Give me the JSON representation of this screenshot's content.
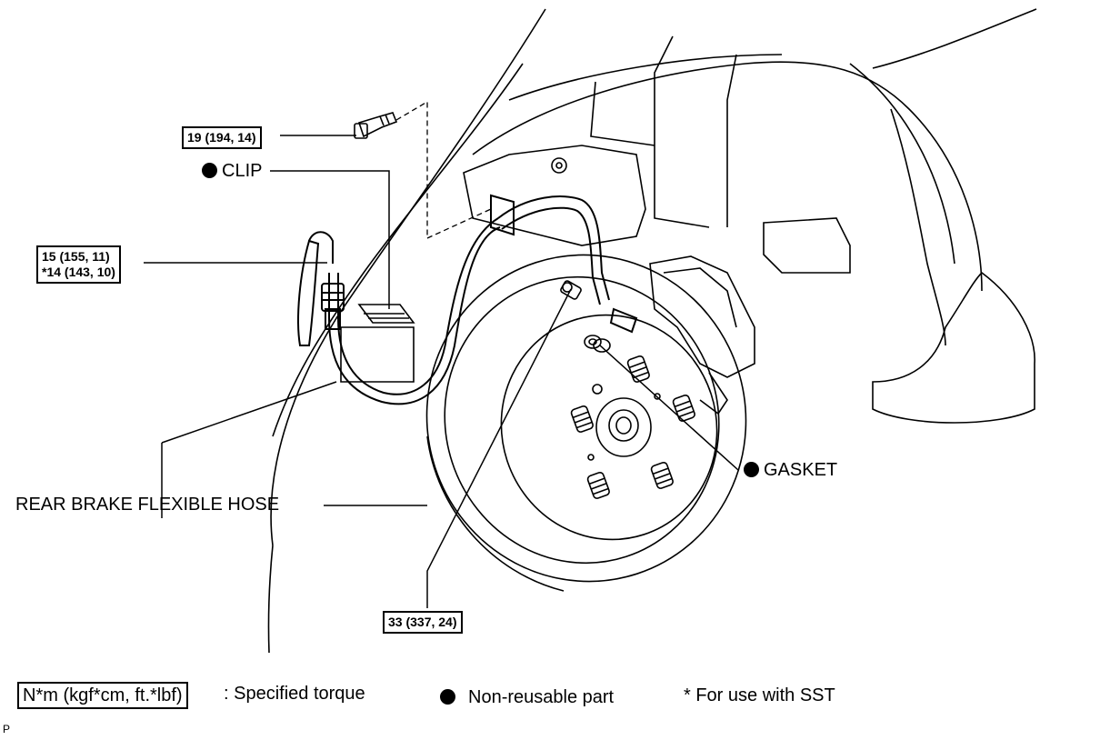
{
  "torques": {
    "bolt_upper": "19 (194, 14)",
    "union_nut_line1": "15 (155, 11)",
    "union_nut_line2": "*14 (143, 10)",
    "union_bolt": "33 (337, 24)"
  },
  "parts": {
    "clip": "CLIP",
    "gasket": "GASKET",
    "hose": "REAR BRAKE FLEXIBLE HOSE"
  },
  "legend": {
    "torque_unit": "N*m (kgf*cm, ft.*lbf)",
    "torque_desc": ": Specified torque",
    "non_reusable": "Non-reusable part",
    "sst_note": "* For use with SST"
  },
  "corner_mark": "P",
  "icons": [
    "bullet-dot-icon"
  ]
}
